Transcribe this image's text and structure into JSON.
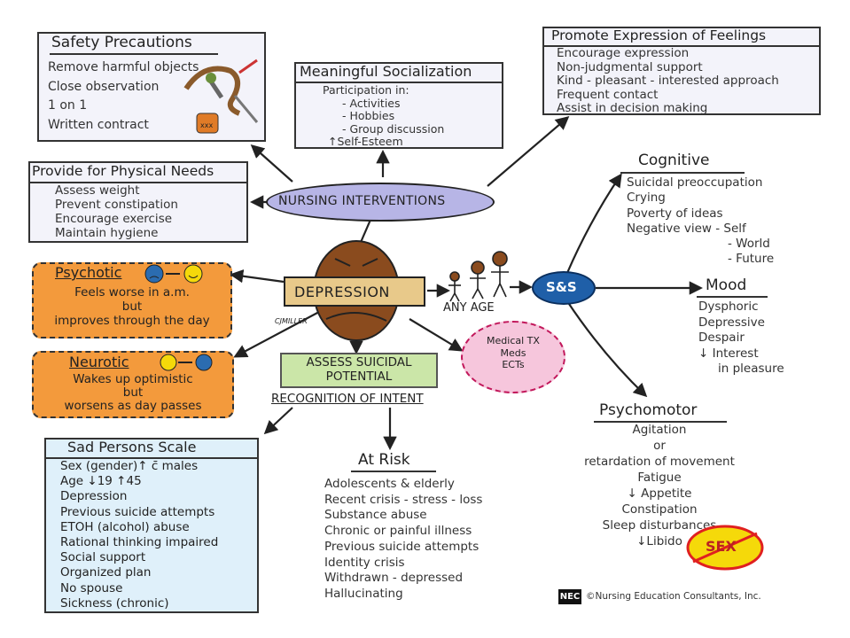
{
  "center": {
    "label": "DEPRESSION",
    "signature": "CJMILLER",
    "any_age": "ANY AGE"
  },
  "interventions_hub": {
    "label": "NURSING INTERVENTIONS"
  },
  "safety": {
    "title": "Safety Precautions",
    "items": [
      "Remove harmful objects",
      "Close observation",
      "1 on 1",
      "Written contract"
    ]
  },
  "socialization": {
    "title": "Meaningful Socialization",
    "items": [
      "Participation in:",
      "- Activities",
      "- Hobbies",
      "- Group discussion",
      "↑Self-Esteem"
    ]
  },
  "expression": {
    "title": "Promote Expression of Feelings",
    "items": [
      "Encourage expression",
      "Non-judgmental support",
      "Kind - pleasant - interested approach",
      "Frequent contact",
      "Assist in decision making"
    ]
  },
  "physical": {
    "title": "Provide for Physical Needs",
    "items": [
      "Assess weight",
      "Prevent constipation",
      "Encourage exercise",
      "Maintain hygiene"
    ]
  },
  "psychotic": {
    "title": "Psychotic",
    "items": [
      "Feels worse in a.m.",
      "but",
      "improves through the day"
    ]
  },
  "neurotic": {
    "title": "Neurotic",
    "items": [
      "Wakes up optimistic",
      "but",
      "worsens as day passes"
    ]
  },
  "assess": {
    "title_line1": "ASSESS SUICIDAL",
    "title_line2": "POTENTIAL",
    "recognition": "RECOGNITION OF INTENT"
  },
  "medical": {
    "items": [
      "Medical TX",
      "Meds",
      "ECTs"
    ]
  },
  "ss_hub": {
    "label": "S&S"
  },
  "cognitive": {
    "title": "Cognitive",
    "items": [
      "Suicidal preoccupation",
      "Crying",
      "Poverty of ideas",
      "Negative view  - Self",
      "- World",
      "- Future"
    ]
  },
  "mood": {
    "title": "Mood",
    "items": [
      "Dysphoric",
      "Depressive",
      "Despair",
      "↓ Interest",
      "in pleasure"
    ]
  },
  "psychomotor": {
    "title": "Psychomotor",
    "items": [
      "Agitation",
      "or",
      "retardation of movement",
      "Fatigue",
      "↓ Appetite",
      "Constipation",
      "Sleep disturbances",
      "↓Libido"
    ],
    "sex_stamp": "SEX"
  },
  "sad_persons": {
    "title": "Sad Persons Scale",
    "items": [
      "Sex (gender)↑ c̄ males",
      "Age ↓19 ↑45",
      "Depression",
      "Previous suicide attempts",
      "ETOH (alcohol) abuse",
      "Rational thinking impaired",
      "Social support",
      "Organized plan",
      "No spouse",
      "Sickness (chronic)"
    ]
  },
  "at_risk": {
    "title": "At Risk",
    "items": [
      "Adolescents & elderly",
      "Recent crisis - stress - loss",
      "Substance abuse",
      "Chronic or painful illness",
      "Previous suicide attempts",
      "Identity crisis",
      "Withdrawn - depressed",
      "Hallucinating"
    ]
  },
  "footer": {
    "logo": "NEC",
    "copyright": "©Nursing Education Consultants, Inc."
  },
  "colors": {
    "orange": "#f39a3c",
    "blue_box": "#dff0fa",
    "green": "#cbe6a8",
    "pill": "#b7b5e6",
    "pink": "#f6c6dc",
    "ss": "#1f5fa8",
    "face": "#8a4b1e"
  }
}
